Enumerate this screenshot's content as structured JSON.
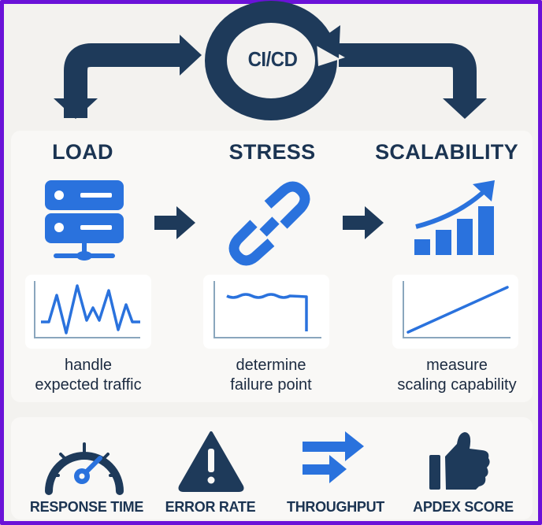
{
  "colors": {
    "frame": "#6a12d8",
    "navy": "#1e3a5a",
    "blue": "#2a72dd",
    "axis": "#8aa6bd",
    "panel": "#f9f8f6",
    "background": "#f3f2ef"
  },
  "pipeline": {
    "center_label": "CI/CD",
    "icons": [
      "loop-arrow-icon",
      "left-down-arrow-icon",
      "right-down-arrow-icon"
    ]
  },
  "columns": [
    {
      "title": "LOAD",
      "icon": "server-icon",
      "chart": "spiky-traffic-line",
      "description_line1": "handle",
      "description_line2": "expected traffic"
    },
    {
      "title": "STRESS",
      "icon": "broken-link-icon",
      "chart": "flat-then-drop-line",
      "description_line1": "determine",
      "description_line2": "failure point"
    },
    {
      "title": "SCALABILITY",
      "icon": "growth-bar-chart-icon",
      "chart": "rising-linear-line",
      "description_line1": "measure",
      "description_line2": "scaling capability"
    }
  ],
  "flow_arrows": [
    "right-arrow-icon",
    "right-arrow-icon"
  ],
  "metrics": [
    {
      "label": "RESPONSE TIME",
      "icon": "speedometer-icon"
    },
    {
      "label": "ERROR RATE",
      "icon": "warning-triangle-icon"
    },
    {
      "label": "THROUGHPUT",
      "icon": "double-right-arrows-icon"
    },
    {
      "label": "APDEX SCORE",
      "icon": "thumbs-up-icon"
    }
  ]
}
